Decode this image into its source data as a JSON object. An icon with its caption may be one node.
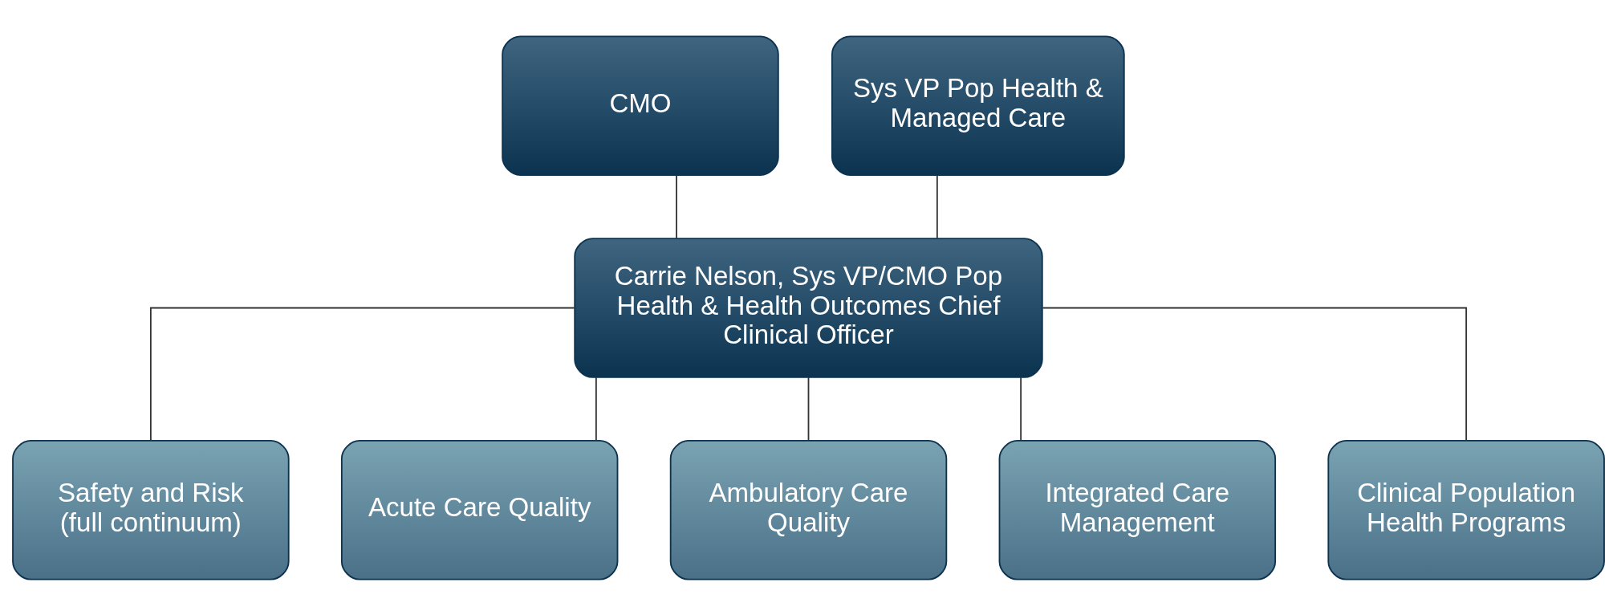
{
  "diagram": {
    "nodes": [
      {
        "text": [
          "CMO"
        ]
      },
      {
        "text": [
          "Sys VP Pop Health & Managed Care"
        ]
      },
      {
        "text": [
          "Carrie Nelson, Sys VP/CMO Pop Health & Health Outcomes Chief Clinical Officer"
        ]
      },
      {
        "text": [
          "Safety and Risk (full continuum)"
        ]
      },
      {
        "text": [
          "Acute Care Quality"
        ]
      },
      {
        "text": [
          "Ambulatory Care Quality"
        ]
      },
      {
        "text": [
          "Integrated Care Management"
        ]
      },
      {
        "text": [
          "Clinical Population Health Programs"
        ]
      }
    ],
    "edges": [
      {
        "from": 0,
        "to": 2,
        "arrow": "none"
      },
      {
        "from": 1,
        "to": 2,
        "arrow": "none"
      },
      {
        "from": 2,
        "to": 3,
        "arrow": "none"
      },
      {
        "from": 2,
        "to": 4,
        "arrow": "none"
      },
      {
        "from": 2,
        "to": 5,
        "arrow": "none"
      },
      {
        "from": 2,
        "to": 6,
        "arrow": "none"
      },
      {
        "from": 2,
        "to": 7,
        "arrow": "none"
      }
    ]
  }
}
